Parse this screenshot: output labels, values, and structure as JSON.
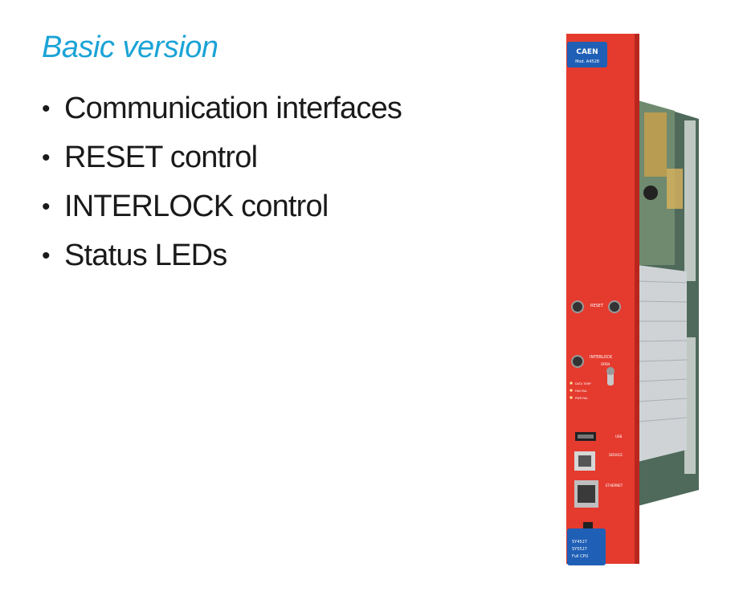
{
  "slide": {
    "title": "Basic version",
    "bullets": [
      "Communication interfaces",
      "RESET control",
      "INTERLOCK control",
      "Status LEDs"
    ]
  },
  "module": {
    "brand": "CAEN",
    "model": "Mod. A4528",
    "reset_label": "RESET",
    "interlock_label": "INTERLOCK",
    "interlock_sub": "OPEN",
    "led_labels": [
      "DATA TEMP",
      "FAN FAIL",
      "PWR FAIL"
    ],
    "usb_label": "USB",
    "service_label": "SERVICE",
    "ethernet_label": "ETHERNET",
    "bottom_tag_lines": [
      "SY4527",
      "SY5527",
      "Full CPU"
    ],
    "colors": {
      "panel": "#e53b2f",
      "panel_dark": "#b9261d",
      "tag_blue": "#1f5fb6",
      "title_blue": "#1aa3d6"
    }
  }
}
